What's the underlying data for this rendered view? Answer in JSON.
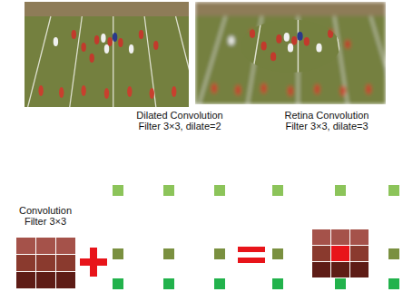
{
  "diagram": {
    "labels": [
      "Dilated Convolution Filter 3×3, dilate=2",
      "Retina Convolution Filter 3×3, dilate=3",
      "Convolution Filter 3×3"
    ]
  }
}
